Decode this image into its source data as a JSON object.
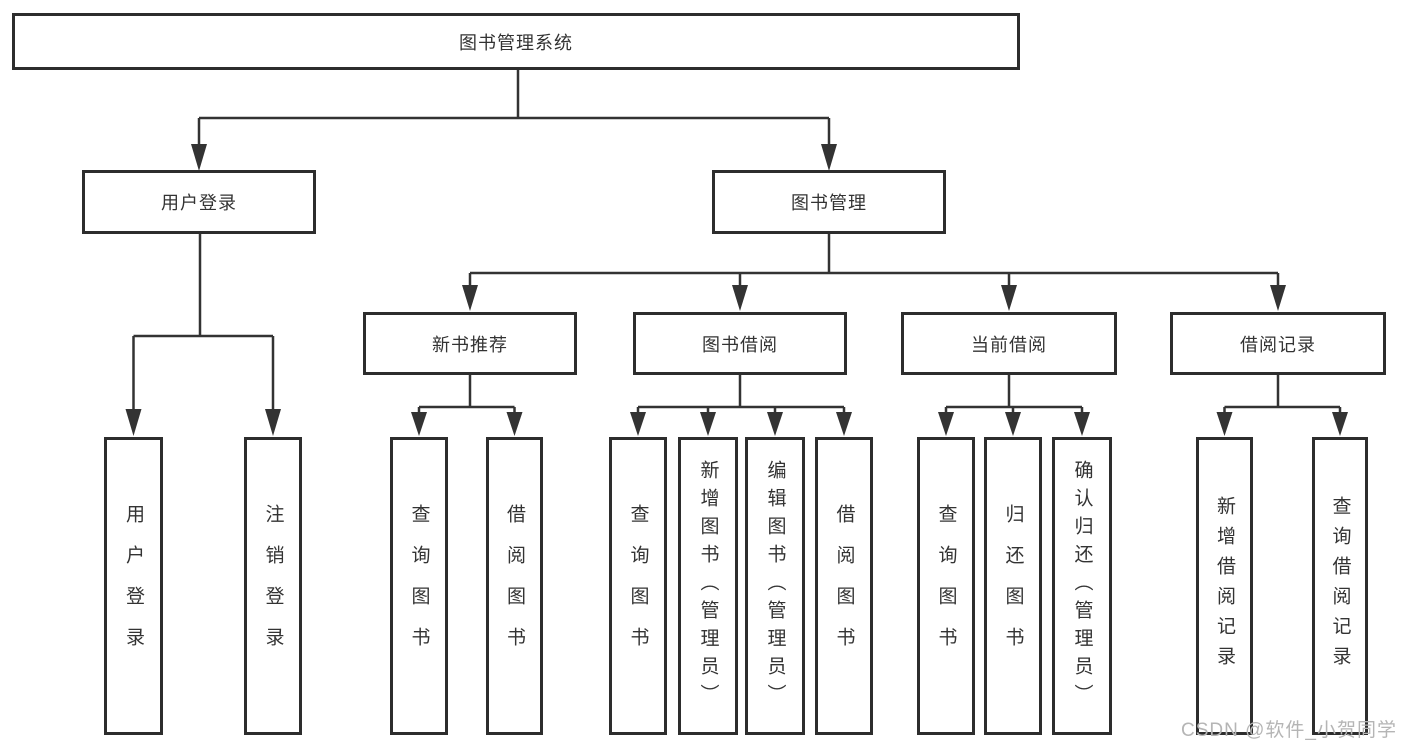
{
  "diagram": {
    "title": "图书管理系统",
    "nodes": {
      "root": "图书管理系统",
      "user_login": "用户登录",
      "book_mgmt": "图书管理",
      "new_book_rec": "新书推荐",
      "book_borrow": "图书借阅",
      "current_borrow": "当前借阅",
      "borrow_record": "借阅记录",
      "ul_user_login": "用户登录",
      "ul_logout": "注销登录",
      "nb_query_book": "查询图书",
      "nb_borrow_book": "借阅图书",
      "bb_query_book": "查询图书",
      "bb_add_book": "新增图书（管理员）",
      "bb_edit_book": "编辑图书（管理员）",
      "bb_borrow_book": "借阅图书",
      "cb_query_book": "查询图书",
      "cb_return_book": "归还图书",
      "cb_confirm_return": "确认归还（管理员）",
      "br_add_record": "新增借阅记录",
      "br_query_record": "查询借阅记录"
    },
    "colors": {
      "border": "#2d2d2d",
      "line": "#333333",
      "text": "#333333",
      "watermark_color": "#b5b5b5",
      "background": "#ffffff"
    }
  },
  "watermark": "CSDN @软件_小贺同学"
}
